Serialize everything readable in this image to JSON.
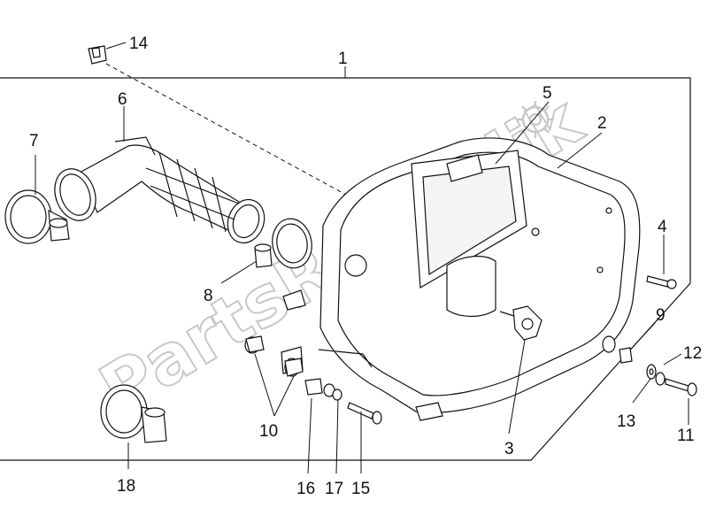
{
  "diagram": {
    "callouts": {
      "n1": "1",
      "n2": "2",
      "n3": "3",
      "n4": "4",
      "n5": "5",
      "n6": "6",
      "n7": "7",
      "n8": "8",
      "n9": "9",
      "n10": "10",
      "n11": "11",
      "n12": "12",
      "n13": "13",
      "n14": "14",
      "n15": "15",
      "n16": "16",
      "n17": "17",
      "n18": "18"
    },
    "watermark": "PartsRepublik"
  },
  "colors": {
    "line": "#111111",
    "watermark": "#c8c8c8",
    "background": "#ffffff"
  }
}
